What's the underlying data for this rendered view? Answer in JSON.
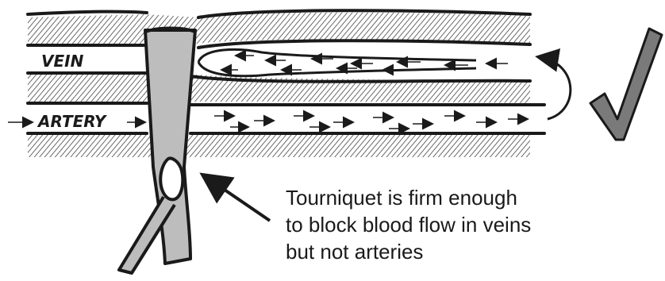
{
  "labels": {
    "vein": "VEIN",
    "artery": "ARTERY"
  },
  "caption": {
    "line1": "Tourniquet is firm enough",
    "line2": "to block blood flow in veins",
    "line3": "but not arteries"
  },
  "icons": {
    "checkmark": "checkmark-icon",
    "curved_arrow": "curved-arrow-icon",
    "pointer_arrow": "pointer-arrow-icon"
  },
  "colors": {
    "ink": "#1a1a1a",
    "tourniquet_fill": "#bdbdbd",
    "checkmark_fill": "#7a7a7a",
    "hatch": "#2b2b2b"
  }
}
